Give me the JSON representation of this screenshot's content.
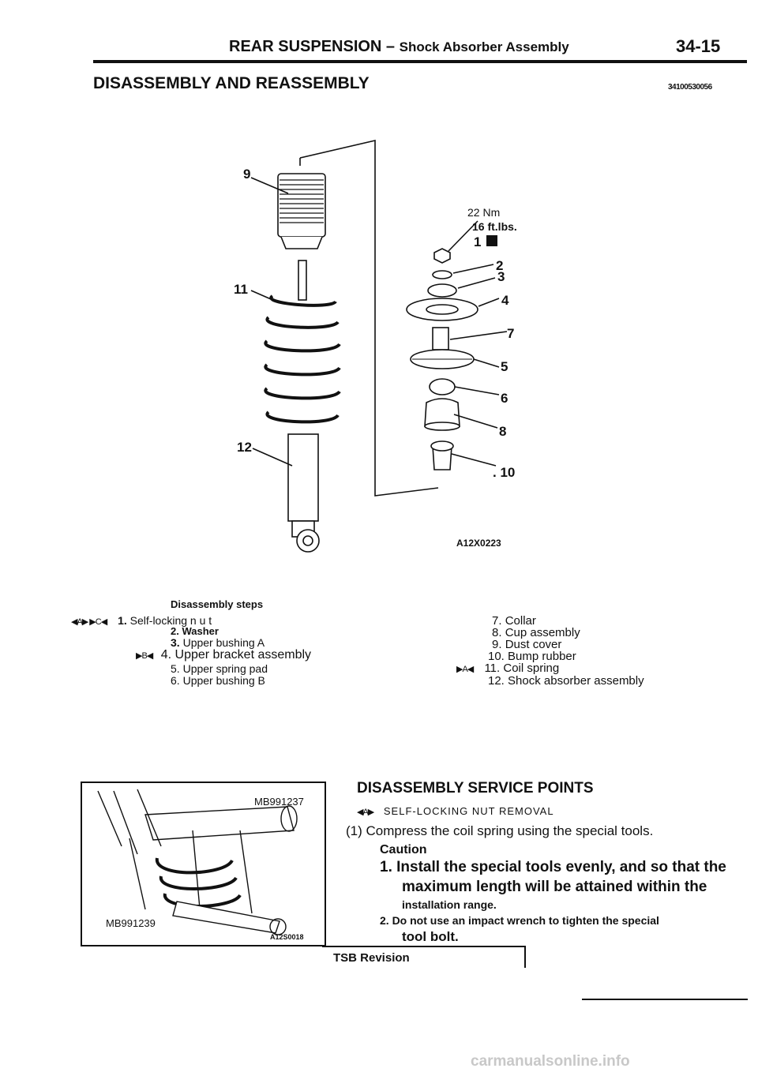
{
  "header": {
    "title": "REAR SUSPENSION –",
    "subtitle": "Shock Absorber Assembly",
    "page_number": "34-15"
  },
  "section": {
    "title": "DISASSEMBLY AND REASSEMBLY",
    "code": "34100530056"
  },
  "diagram": {
    "torque_nm": "22 Nm",
    "torque_ftlbs": "16 ft.lbs.",
    "callouts": [
      "9",
      "11",
      "12",
      "1",
      "2",
      "3",
      "4",
      "7",
      "5",
      "6",
      "8",
      ". 10"
    ],
    "figure_code": "A12X0223"
  },
  "steps": {
    "heading": "Disassembly steps",
    "left": [
      {
        "marks": "◀A▶ ▶C◀",
        "num": "1.",
        "label": "Self-locking n u t"
      },
      {
        "marks": "",
        "num": "2.",
        "label": "Washer"
      },
      {
        "marks": "",
        "num": "3.",
        "label": "Upper bushing A"
      },
      {
        "marks": "▶B◀",
        "num": "4.",
        "label": "Upper bracket assembly"
      },
      {
        "marks": "",
        "num": "5.",
        "label": "Upper spring pad"
      },
      {
        "marks": "",
        "num": "6.",
        "label": "Upper bushing B"
      }
    ],
    "right": [
      {
        "marks": "",
        "num": "7.",
        "label": "Collar"
      },
      {
        "marks": "",
        "num": "8.",
        "label": "Cup assembly"
      },
      {
        "marks": "",
        "num": "9.",
        "label": "Dust cover"
      },
      {
        "marks": "",
        "num": "10.",
        "label": "Bump rubber"
      },
      {
        "marks": "▶A◀",
        "num": "11.",
        "label": "Coil spring"
      },
      {
        "marks": "",
        "num": "12.",
        "label": "Shock absorber assembly"
      }
    ]
  },
  "photo": {
    "tool_top": "MB991237",
    "tool_bottom": "MB991239",
    "figure_code": "A12S0018"
  },
  "service": {
    "title": "DISASSEMBLY SERVICE POINTS",
    "sub_mark": "◀A▶",
    "sub_title": "SELF-LOCKING NUT REMOVAL",
    "step": "(1) Compress the coil spring using the special tools.",
    "caution_head": "Caution",
    "caution_1a": "1. Install the special tools evenly, and so that the",
    "caution_1b": "maximum length will be attained within the",
    "caution_1c": "installation range.",
    "caution_2a": "2. Do not use an impact wrench to tighten the special",
    "caution_2b": "tool bolt."
  },
  "footer": {
    "tsb": "TSB Revision",
    "watermark": "carmanualsonline.info"
  }
}
